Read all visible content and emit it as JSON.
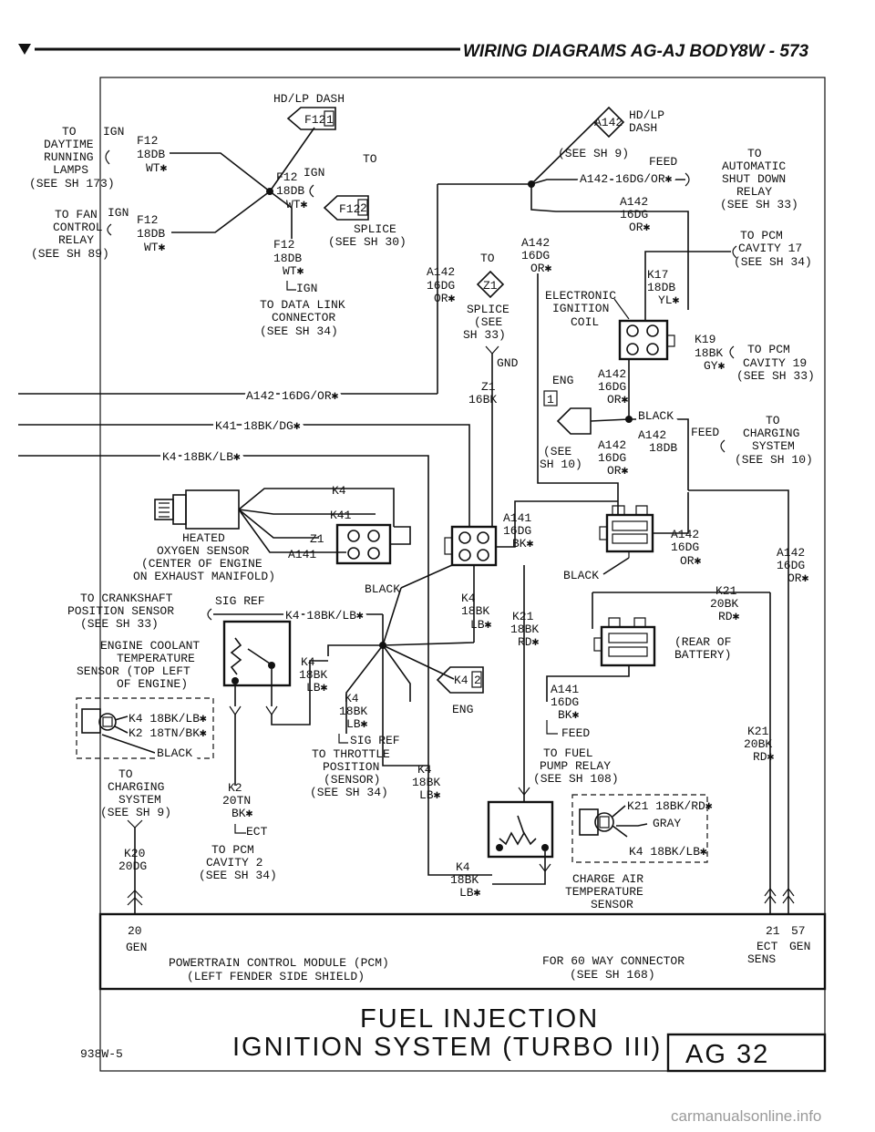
{
  "header": {
    "title": "WIRING DIAGRAMS AG-AJ BODY",
    "page": "8W - 573"
  },
  "labels": {
    "hdlp_dash_top": "HD/LP DASH",
    "hdlp": "HD/LP",
    "dash": "DASH",
    "to_daytime": "TO",
    "daytime": "DAYTIME",
    "running": "RUNNING",
    "lamps": "LAMPS",
    "see_sh_173": "(SEE SH 173)",
    "ign1": "IGN",
    "f12_a": "F12",
    "c18db_a": "18DB",
    "wt_a": "WT✱",
    "to_fan": "TO FAN",
    "control": "CONTROL",
    "relay": "RELAY",
    "see_sh_89": "(SEE SH 89)",
    "ign2": "IGN",
    "f12_b": "F12",
    "c18db_b": "18DB",
    "wt_b": "WT✱",
    "f12_ign": "F12",
    "ign3": "IGN",
    "c18db_c": "18DB",
    "wt_c": "WT✱",
    "f12_d": "F12",
    "c18db_d": "18DB",
    "wt_d": "WT✱",
    "ign4": "IGN",
    "to_data_link": "TO DATA LINK",
    "connector": "CONNECTOR",
    "see_sh_34a": "(SEE SH 34)",
    "f12_1": "F12",
    "f12_2": "F12",
    "pin_1": "1",
    "pin_2": "2",
    "to_splice": "TO",
    "splice": "SPLICE",
    "see_sh_30": "(SEE SH 30)",
    "a142_a": "A142",
    "c16dg_a": "16DG",
    "or_a": "OR✱",
    "to_z1": "TO",
    "z1": "Z1",
    "splice2": "SPLICE",
    "see2": "(SEE",
    "sh33": "SH 33)",
    "gnd": "GND",
    "z1b": "Z1",
    "c16bk": "16BK",
    "a142_line": "A142 16DG/OR✱",
    "k41_line": "K41 18BK/DG✱",
    "k4_line": "K4 18BK/LB✱",
    "a142_badge": "A142",
    "see_sh_9": "(SEE SH 9)",
    "feed_top": "FEED",
    "a142_feed": "A142 16DG/OR✱",
    "to_asd": "TO",
    "automatic": "AUTOMATIC",
    "shut_down": "SHUT DOWN",
    "relay2": "RELAY",
    "see_sh_33a": "(SEE SH 33)",
    "a142_b": "A142",
    "c16dg_b": "16DG",
    "or_b": "OR✱",
    "to_pcm17": "TO PCM",
    "cavity17": "CAVITY 17",
    "see_sh_34b": "(SEE SH 34)",
    "a142_c": "A142",
    "c16dg_c": "16DG",
    "or_c": "OR✱",
    "k17": "K17",
    "c18db_k17": "18DB",
    "yl": "YL✱",
    "electronic": "ELECTRONIC",
    "ignition": "IGNITION",
    "coil": "COIL",
    "k19": "K19",
    "c18bk_k19": "18BK",
    "gy": "GY✱",
    "to_pcm19": "TO PCM",
    "cavity19": "CAVITY 19",
    "see_sh_33b": "(SEE SH 33)",
    "eng_a": "ENG",
    "a142_d": "A142",
    "c16dg_d": "16DG",
    "or_d": "OR✱",
    "pin1b": "1",
    "black_a": "BLACK",
    "a142_e": "A142",
    "c18db_e": "18DB",
    "feed2": "FEED",
    "to_chg": "TO",
    "charging": "CHARGING",
    "system": "SYSTEM",
    "see_sh_10": "(SEE SH 10)",
    "see3": "(SEE",
    "sh10": "SH 10)",
    "a142_f": "A142",
    "c16dg_f": "16DG",
    "or_f": "OR✱",
    "k4_o2": "K4",
    "k41_o2": "K41",
    "z1_o2": "Z1",
    "a141_o2": "A141",
    "heated": "HEATED",
    "oxygen_sensor": "OXYGEN SENSOR",
    "center_of_engine": "(CENTER OF ENGINE",
    "on_exhaust": "ON EXHAUST MANIFOLD)",
    "black_b": "BLACK",
    "a141_a": "A141",
    "c16dg_g": "16DG",
    "bk_a": "BK✱",
    "a142_g": "A142",
    "c16dg_h": "16DG",
    "or_g": "OR✱",
    "a142_h": "A142",
    "c16dg_i": "16DG",
    "or_h": "OR✱",
    "black_c": "BLACK",
    "to_crank": "TO CRANKSHAFT",
    "position_sensor": "POSITION SENSOR",
    "see_sh_33c": "(SEE SH 33)",
    "sig_ref_a": "SIG REF",
    "k4_lb_a": "K4 18BK/LB✱",
    "k4_a": "K4",
    "c18bk_a": "18BK",
    "lb_a": "LB✱",
    "k21_a": "K21",
    "c18bk_b": "18BK",
    "rd_a": "RD✱",
    "k21_b": "K21",
    "c20bk_a": "20BK",
    "rd_b": "RD✱",
    "rear_of": "(REAR OF",
    "battery": "BATTERY)",
    "engine_coolant": "ENGINE COOLANT",
    "temperature": "TEMPERATURE",
    "sensor_top": "SENSOR (TOP LEFT",
    "of_engine": "OF ENGINE)",
    "k4_b": "K4",
    "c18bk_c": "18BK",
    "lb_b": "LB✱",
    "k4_c": "K4",
    "c18bk_d": "18BK",
    "lb_c": "LB✱",
    "sig_ref_b": "SIG REF",
    "k4_badge": "K4",
    "pin2b": "2",
    "eng_b": "ENG",
    "a141_b": "A141",
    "c16dg_j": "16DG",
    "bk_b": "BK✱",
    "feed3": "FEED",
    "to_fuel": "TO FUEL",
    "pump_relay": "PUMP RELAY",
    "see_sh_108": "(SEE SH 108)",
    "k21_c": "K21",
    "c20bk_b": "20BK",
    "rd_c": "RD✱",
    "k4_18bk_lb": "K4 18BK/LB✱",
    "k2_18tn_bk": "K2 18TN/BK✱",
    "black_d": "BLACK",
    "to_throttle": "TO THROTTLE",
    "position2": "POSITION",
    "sensor2": "(SENSOR)",
    "see_sh_34c": "(SEE SH 34)",
    "k4_d": "K4",
    "c18bk_e": "18BK",
    "lb_d": "LB✱",
    "to_chg2": "TO",
    "charging2": "CHARGING",
    "system2": "SYSTEM",
    "see_sh_9b": "(SEE SH 9)",
    "k2": "K2",
    "c20tn": "20TN",
    "bk_c": "BK✱",
    "ect": "ECT",
    "to_pcm2": "TO PCM",
    "cavity2": "CAVITY 2",
    "see_sh_34d": "(SEE SH 34)",
    "k20": "K20",
    "c20dg": "20DG",
    "k21_18bk_rd": "K21 18BK/RD✱",
    "gray": "GRAY",
    "k4_18bk_lb2": "K4 18BK/LB✱",
    "k4_e": "K4",
    "c18bk_f": "18BK",
    "lb_e": "LB✱",
    "charge_air": "CHARGE AIR",
    "temperature2": "TEMPERATURE",
    "sensor3": "SENSOR",
    "pcm_20": "20",
    "pcm_gen": "GEN",
    "pcm_name": "POWERTRAIN CONTROL MODULE (PCM)",
    "pcm_loc": "(LEFT FENDER SIDE SHIELD)",
    "for_60": "FOR 60 WAY CONNECTOR",
    "see_sh_168": "(SEE SH 168)",
    "pcm_21": "21",
    "pcm_57": "57",
    "pcm_ect": "ECT",
    "pcm_gen2": "GEN",
    "pcm_sens": "SENS"
  },
  "footer": {
    "title1": "FUEL INJECTION",
    "title2": "IGNITION SYSTEM (TURBO III)",
    "code": "938W-5",
    "sheet": "AG 32"
  },
  "watermark": "carmanualsonline.info"
}
